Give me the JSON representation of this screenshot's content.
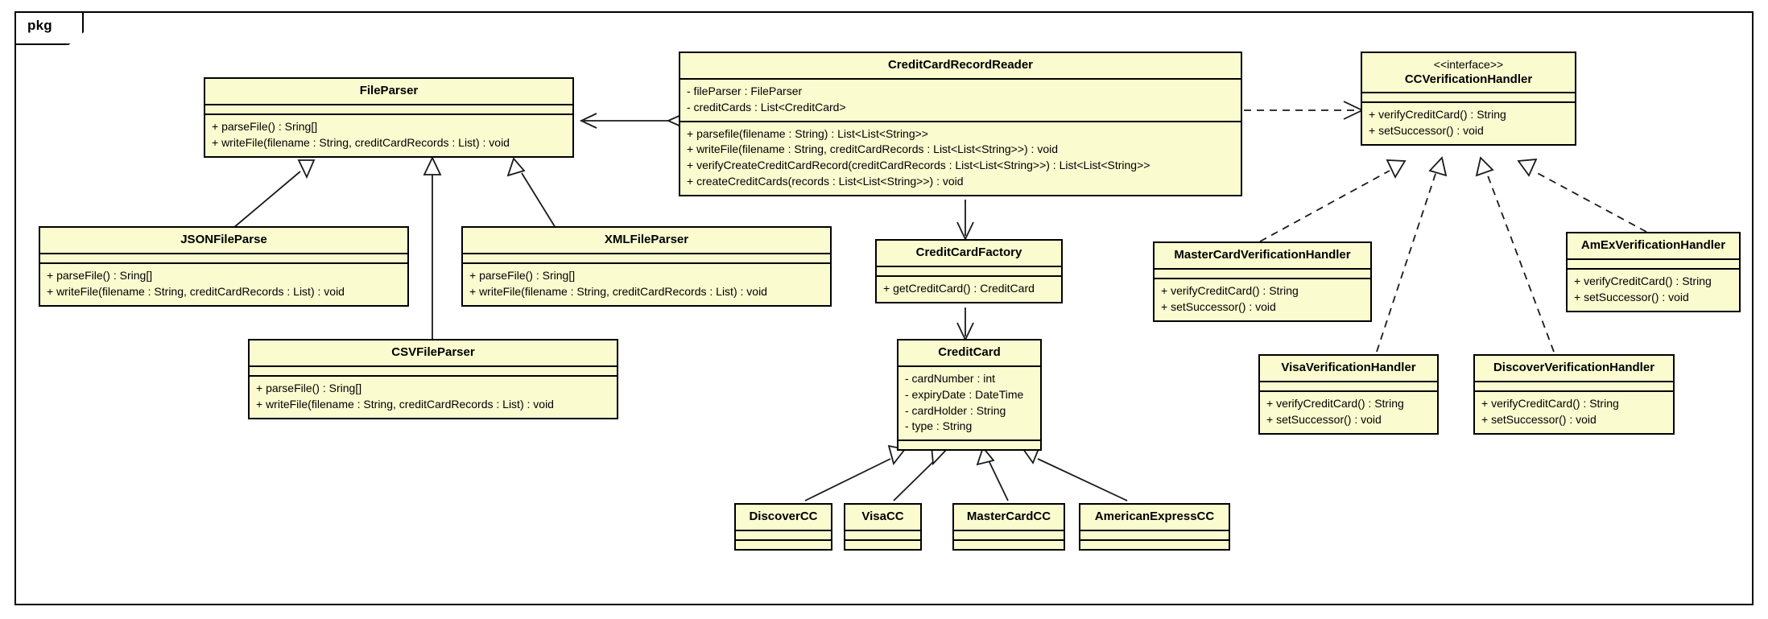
{
  "diagram": {
    "package_label": "pkg",
    "type": "uml-class-diagram"
  },
  "classes": {
    "file_parser": {
      "name": "FileParser",
      "attributes": [],
      "methods": [
        "+ parseFile() : Sring[]",
        "+ writeFile(filename : String, creditCardRecords : List) : void"
      ]
    },
    "json_file_parse": {
      "name": "JSONFileParse",
      "attributes": [],
      "methods": [
        "+ parseFile() : Sring[]",
        "+ writeFile(filename : String, creditCardRecords : List) : void"
      ]
    },
    "xml_file_parser": {
      "name": "XMLFileParser",
      "attributes": [],
      "methods": [
        "+ parseFile() : Sring[]",
        "+ writeFile(filename : String, creditCardRecords : List) : void"
      ]
    },
    "csv_file_parser": {
      "name": "CSVFileParser",
      "attributes": [],
      "methods": [
        "+ parseFile() : Sring[]",
        "+ writeFile(filename : String, creditCardRecords : List) : void"
      ]
    },
    "credit_card_record_reader": {
      "name": "CreditCardRecordReader",
      "attributes": [
        "- fileParser : FileParser",
        "- creditCards : List<CreditCard>"
      ],
      "methods": [
        "+ parsefile(filename : String) : List<List<String>>",
        "+ writeFile(filename : String, creditCardRecords : List<List<String>>) : void",
        "+ verifyCreateCreditCardRecord(creditCardRecords : List<List<String>>) : List<List<String>>",
        "+ createCreditCards(records : List<List<String>>) : void"
      ]
    },
    "credit_card_factory": {
      "name": "CreditCardFactory",
      "attributes": [],
      "methods": [
        "+ getCreditCard() : CreditCard"
      ]
    },
    "credit_card": {
      "name": "CreditCard",
      "attributes": [
        "- cardNumber : int",
        "- expiryDate : DateTime",
        "- cardHolder : String",
        "- type : String"
      ],
      "methods": []
    },
    "discover_cc": {
      "name": "DiscoverCC",
      "attributes": [],
      "methods": []
    },
    "visa_cc": {
      "name": "VisaCC",
      "attributes": [],
      "methods": []
    },
    "mastercard_cc": {
      "name": "MasterCardCC",
      "attributes": [],
      "methods": []
    },
    "american_express_cc": {
      "name": "AmericanExpressCC",
      "attributes": [],
      "methods": []
    },
    "cc_verification_handler": {
      "stereotype": "<<interface>>",
      "name": "CCVerificationHandler",
      "attributes": [],
      "methods": [
        "+ verifyCreditCard() : String",
        "+ setSuccessor() : void"
      ]
    },
    "mastercard_verification_handler": {
      "name": "MasterCardVerificationHandler",
      "attributes": [],
      "methods": [
        "+ verifyCreditCard() : String",
        "+ setSuccessor() : void"
      ]
    },
    "amex_verification_handler": {
      "name": "AmExVerificationHandler",
      "attributes": [],
      "methods": [
        "+ verifyCreditCard() : String",
        "+ setSuccessor() : void"
      ]
    },
    "visa_verification_handler": {
      "name": "VisaVerificationHandler",
      "attributes": [],
      "methods": [
        "+ verifyCreditCard() : String",
        "+ setSuccessor() : void"
      ]
    },
    "discover_verification_handler": {
      "name": "DiscoverVerificationHandler",
      "attributes": [],
      "methods": [
        "+ verifyCreditCard() : String",
        "+ setSuccessor() : void"
      ]
    }
  },
  "relationships": [
    {
      "from": "CreditCardRecordReader",
      "to": "FileParser",
      "kind": "aggregation"
    },
    {
      "from": "JSONFileParse",
      "to": "FileParser",
      "kind": "generalization"
    },
    {
      "from": "CSVFileParser",
      "to": "FileParser",
      "kind": "generalization"
    },
    {
      "from": "XMLFileParser",
      "to": "FileParser",
      "kind": "generalization"
    },
    {
      "from": "CreditCardRecordReader",
      "to": "CCVerificationHandler",
      "kind": "dependency"
    },
    {
      "from": "CreditCardRecordReader",
      "to": "CreditCardFactory",
      "kind": "dependency"
    },
    {
      "from": "CreditCardFactory",
      "to": "CreditCard",
      "kind": "dependency"
    },
    {
      "from": "DiscoverCC",
      "to": "CreditCard",
      "kind": "generalization"
    },
    {
      "from": "VisaCC",
      "to": "CreditCard",
      "kind": "generalization"
    },
    {
      "from": "MasterCardCC",
      "to": "CreditCard",
      "kind": "generalization"
    },
    {
      "from": "AmericanExpressCC",
      "to": "CreditCard",
      "kind": "generalization"
    },
    {
      "from": "MasterCardVerificationHandler",
      "to": "CCVerificationHandler",
      "kind": "realization"
    },
    {
      "from": "VisaVerificationHandler",
      "to": "CCVerificationHandler",
      "kind": "realization"
    },
    {
      "from": "DiscoverVerificationHandler",
      "to": "CCVerificationHandler",
      "kind": "realization"
    },
    {
      "from": "AmExVerificationHandler",
      "to": "CCVerificationHandler",
      "kind": "realization"
    }
  ],
  "colors": {
    "class_fill": "#fbfbd0",
    "border": "#000000",
    "edge": "#1a1a1a",
    "canvas": "#ffffff"
  }
}
